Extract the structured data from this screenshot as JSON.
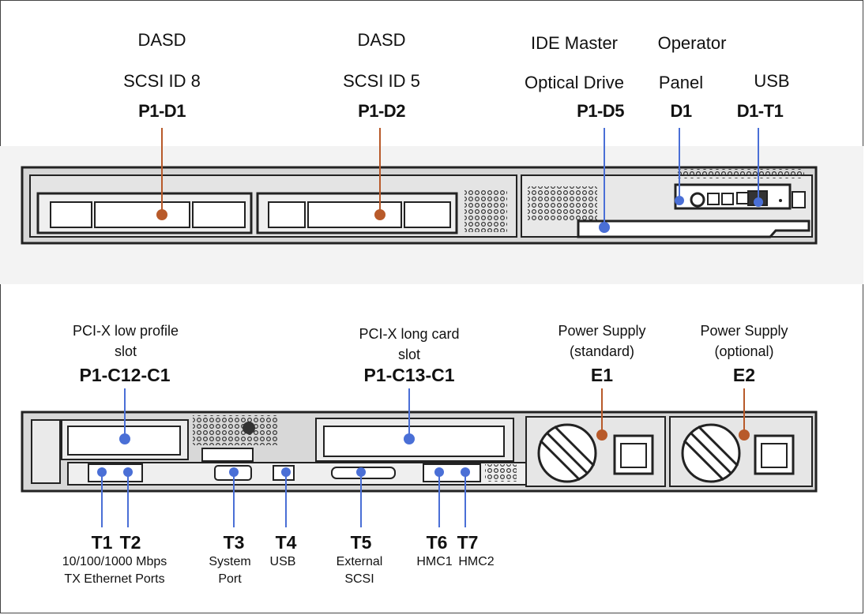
{
  "colors": {
    "accent_orange": "#b85a2a",
    "accent_blue": "#4a6fd6",
    "chassis": "#2b2b2b",
    "panel_fill": "#e9e9e9"
  },
  "front": {
    "labels": {
      "d1_line1": "DASD",
      "d1_line2": "SCSI ID 8",
      "d1_id": "P1-D1",
      "d2_line1": "DASD",
      "d2_line2": "SCSI ID 5",
      "d2_id": "P1-D2",
      "d5_line1": "IDE Master",
      "d5_line2": "Optical Drive",
      "d5_id": "P1-D5",
      "op_line1": "Operator",
      "op_line2": "Panel",
      "op_id": "D1",
      "usb_line": "USB",
      "usb_id": "D1-T1"
    }
  },
  "rear": {
    "labels": {
      "pci_low_line1": "PCI-X low profile",
      "pci_low_line2": "slot",
      "pci_low_id": "P1-C12-C1",
      "pci_long_line1": "PCI-X long card",
      "pci_long_line2": "slot",
      "pci_long_id": "P1-C13-C1",
      "e1_line1": "Power Supply",
      "e1_line2": "(standard)",
      "e1_id": "E1",
      "e2_line1": "Power Supply",
      "e2_line2": "(optional)",
      "e2_id": "E2",
      "t1_id": "T1",
      "t2_id": "T2",
      "t12_line1": "10/100/1000 Mbps",
      "t12_line2": "TX Ethernet Ports",
      "t3_id": "T3",
      "t3_line1": "System",
      "t3_line2": "Port",
      "t4_id": "T4",
      "t4_line1": "USB",
      "t5_id": "T5",
      "t5_line1": "External",
      "t5_line2": "SCSI",
      "t6_id": "T6",
      "t6_line1": "HMC1",
      "t7_id": "T7",
      "t7_line1": "HMC2"
    }
  }
}
